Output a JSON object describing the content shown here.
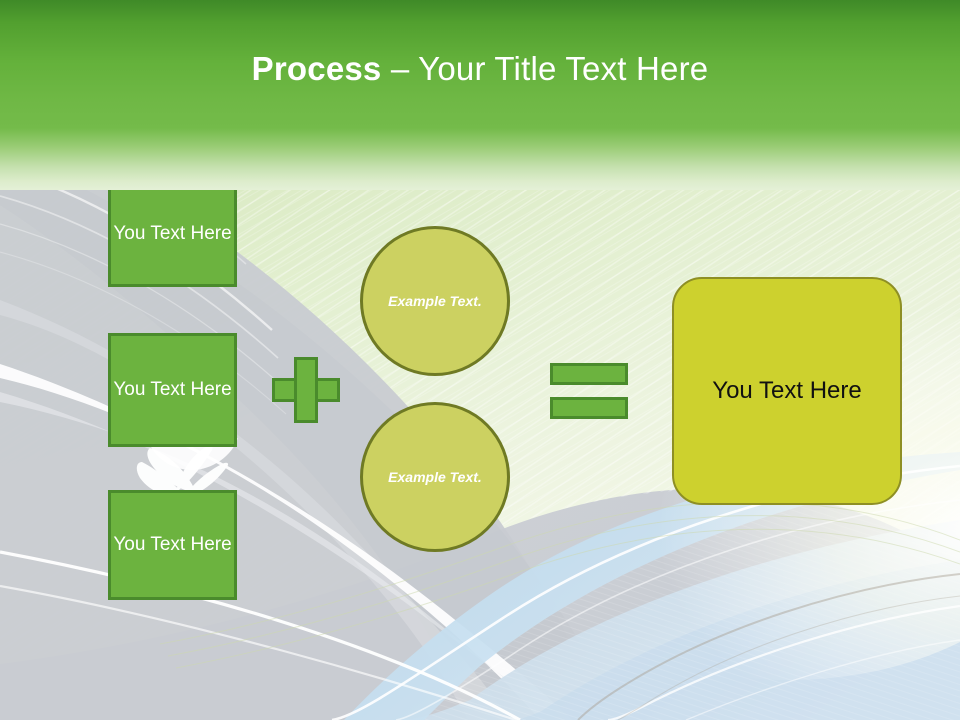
{
  "slide": {
    "title": {
      "bold_part": "Process",
      "rest_part": " – Your Title Text Here",
      "full": "Process – Your Title Text Here"
    }
  },
  "diagram": {
    "input_boxes": [
      {
        "label": "You Text Here"
      },
      {
        "label": "You Text Here"
      },
      {
        "label": "You Text Here"
      }
    ],
    "circles": [
      {
        "label": "Example Text."
      },
      {
        "label": "Example Text."
      }
    ],
    "operators": {
      "plus": "+",
      "equals": "="
    },
    "result_box": {
      "label": "You Text Here"
    }
  },
  "colors": {
    "header_green_dark": "#3f8a28",
    "header_green_light": "#74bb4a",
    "box_green_fill": "#6cb33f",
    "box_green_border": "#4a8b2c",
    "circle_fill": "#ccd161",
    "circle_border": "#6f7a24",
    "result_fill": "#cdd12e",
    "result_border": "#8e8f24",
    "background_gray": "#cfd2d6",
    "background_green": "#e4f0d7",
    "background_blue": "#bcd8e8",
    "title_text": "#ffffff",
    "box_text": "#ffffff",
    "result_text": "#111111"
  }
}
